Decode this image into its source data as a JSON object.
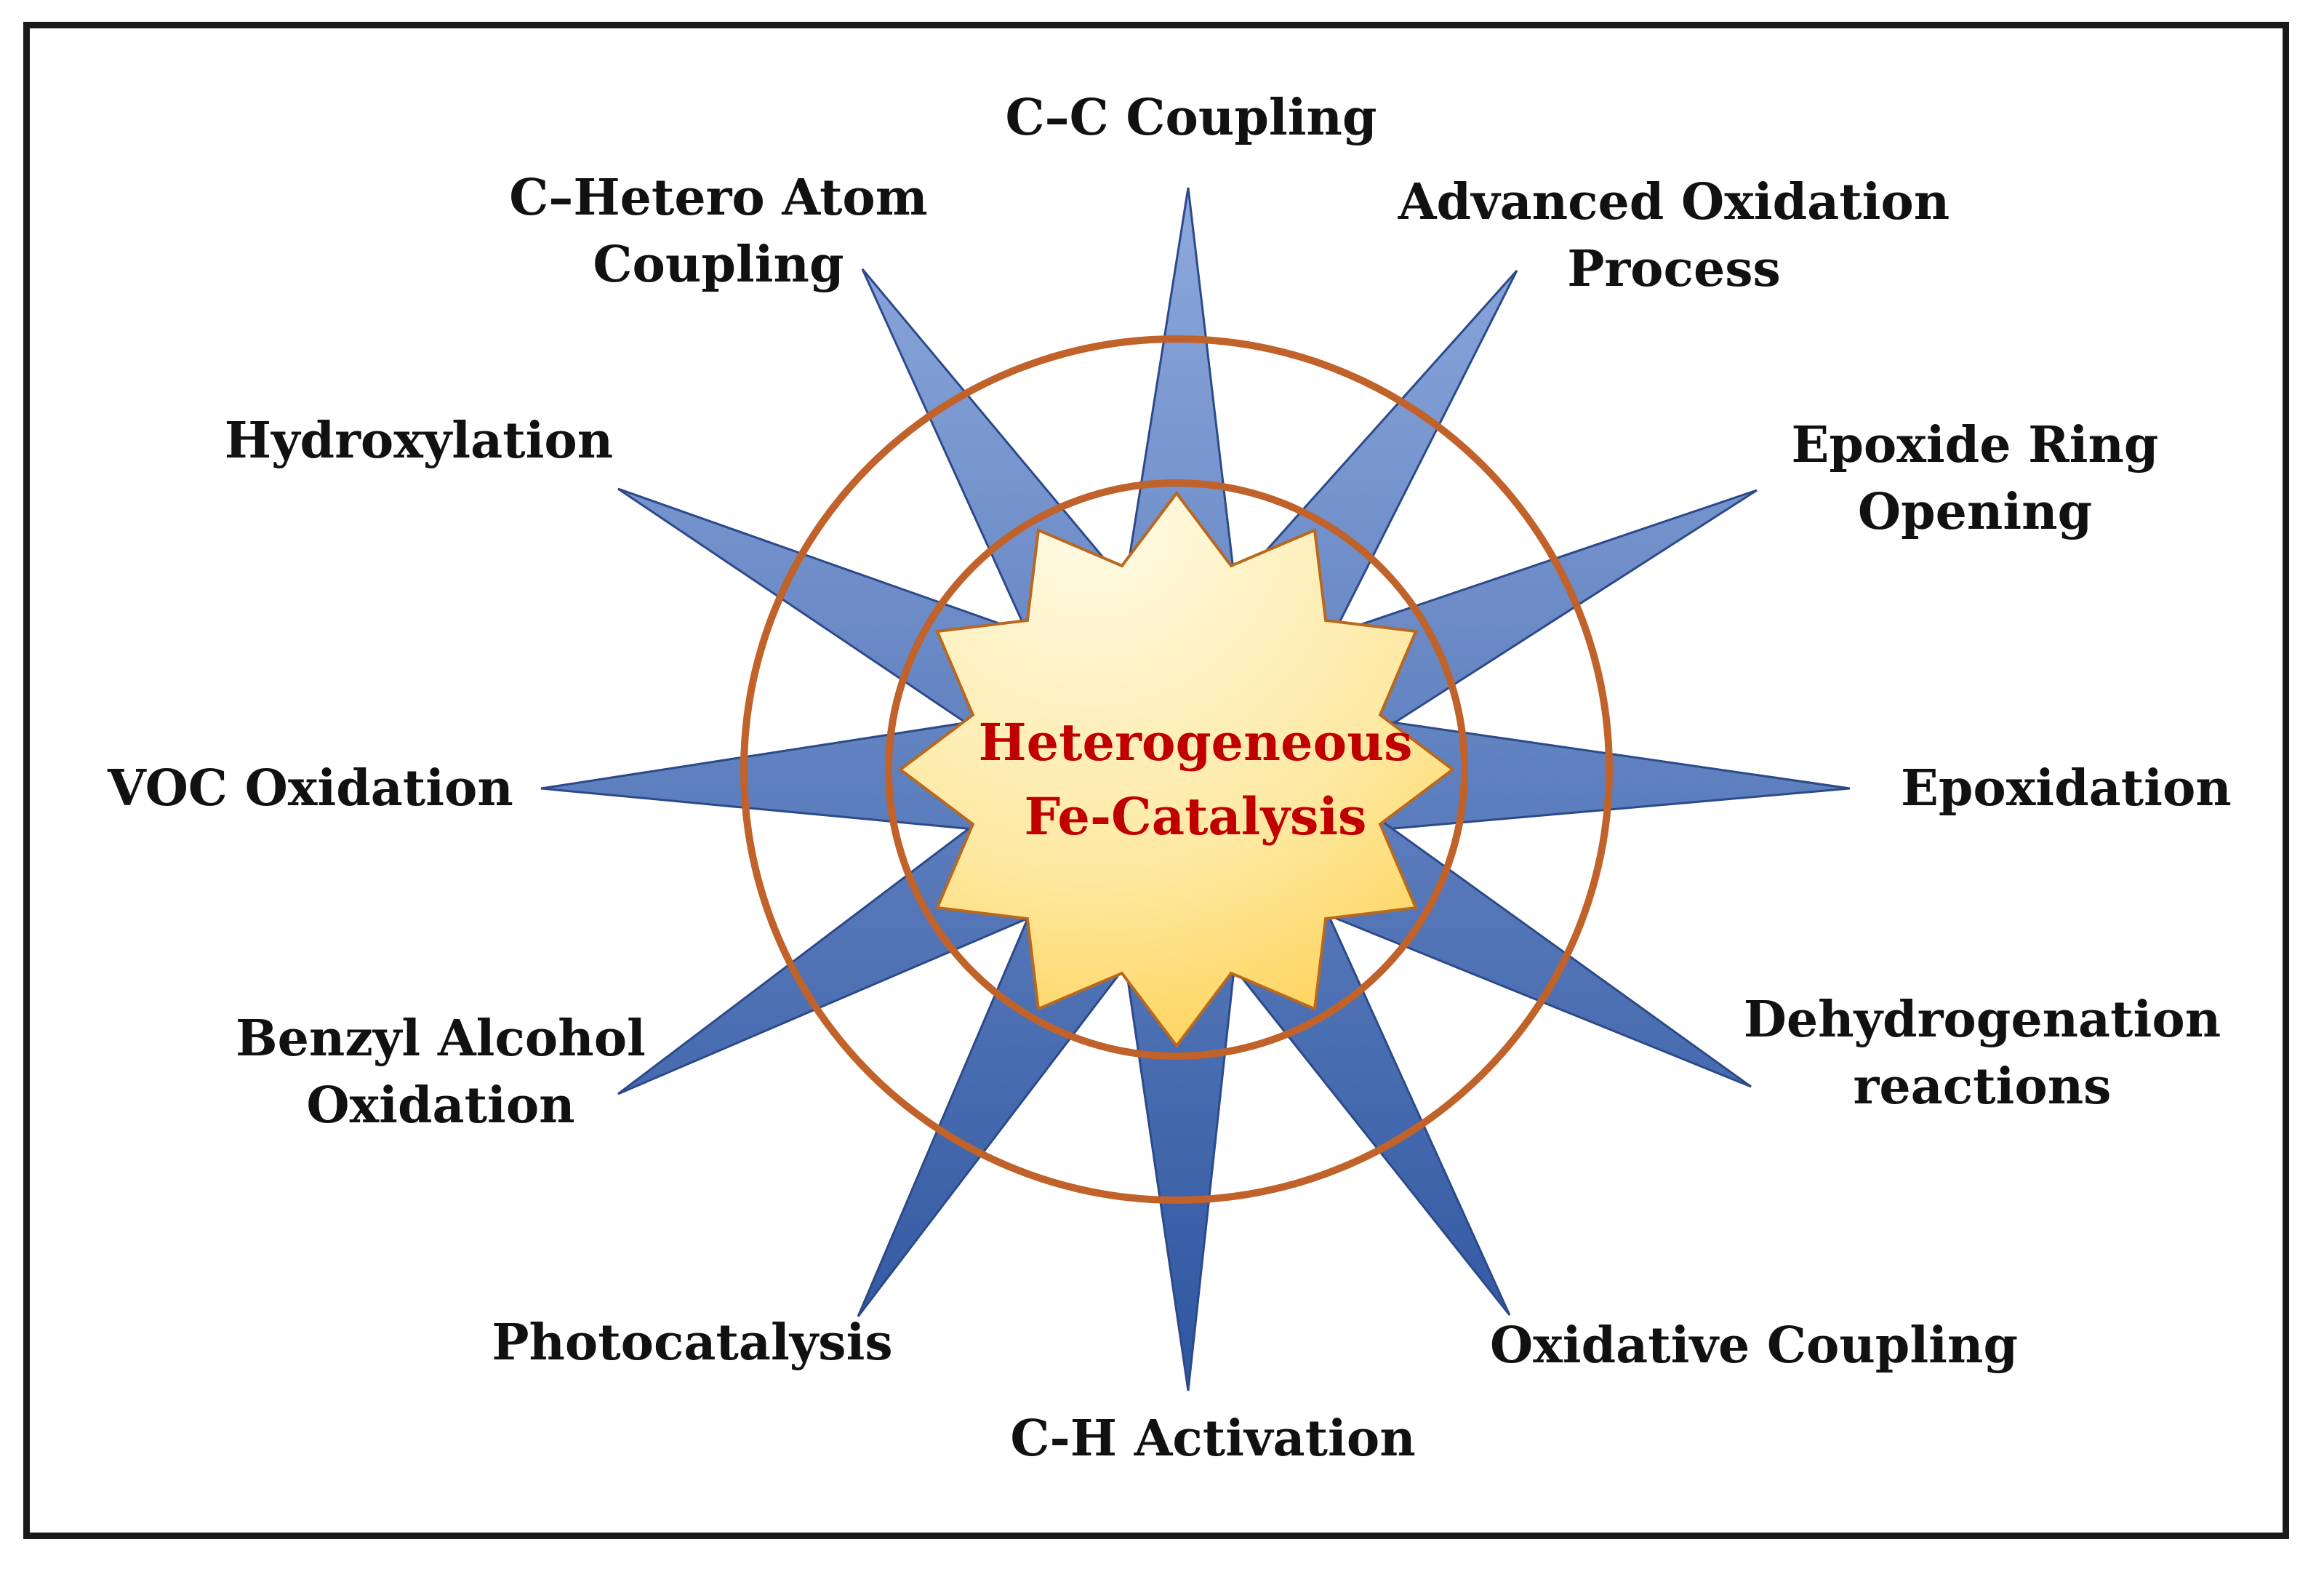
{
  "center": {
    "line1": "Heterogeneous",
    "line2": "Fe-Catalysis"
  },
  "applications": [
    {
      "id": "cc",
      "lines": [
        "C–C Coupling"
      ]
    },
    {
      "id": "aop",
      "lines": [
        "Advanced Oxidation",
        "Process"
      ]
    },
    {
      "id": "epoxide-ring",
      "lines": [
        "Epoxide Ring",
        "Opening"
      ]
    },
    {
      "id": "epoxidation",
      "lines": [
        "Epoxidation"
      ]
    },
    {
      "id": "dehydro",
      "lines": [
        "Dehydrogenation",
        "reactions"
      ]
    },
    {
      "id": "oxcoupling",
      "lines": [
        "Oxidative Coupling"
      ]
    },
    {
      "id": "ch",
      "lines": [
        "C-H Activation"
      ]
    },
    {
      "id": "photo",
      "lines": [
        "Photocatalysis"
      ]
    },
    {
      "id": "benzyl",
      "lines": [
        "Benzyl Alcohol",
        "Oxidation"
      ]
    },
    {
      "id": "voc",
      "lines": [
        "VOC Oxidation"
      ]
    },
    {
      "id": "hydroxy",
      "lines": [
        "Hydroxylation"
      ]
    },
    {
      "id": "chetero",
      "lines": [
        "C–Hetero Atom",
        "Coupling"
      ]
    }
  ],
  "colors": {
    "spike_top": "#8ea9dd",
    "spike_bottom": "#2f56a0",
    "spike_stroke": "#2c4a8a",
    "ring": "#c0622a",
    "star_top": "#fffbe8",
    "star_bottom": "#fdc93a",
    "center_text": "#c00000",
    "label_text": "#111111"
  }
}
